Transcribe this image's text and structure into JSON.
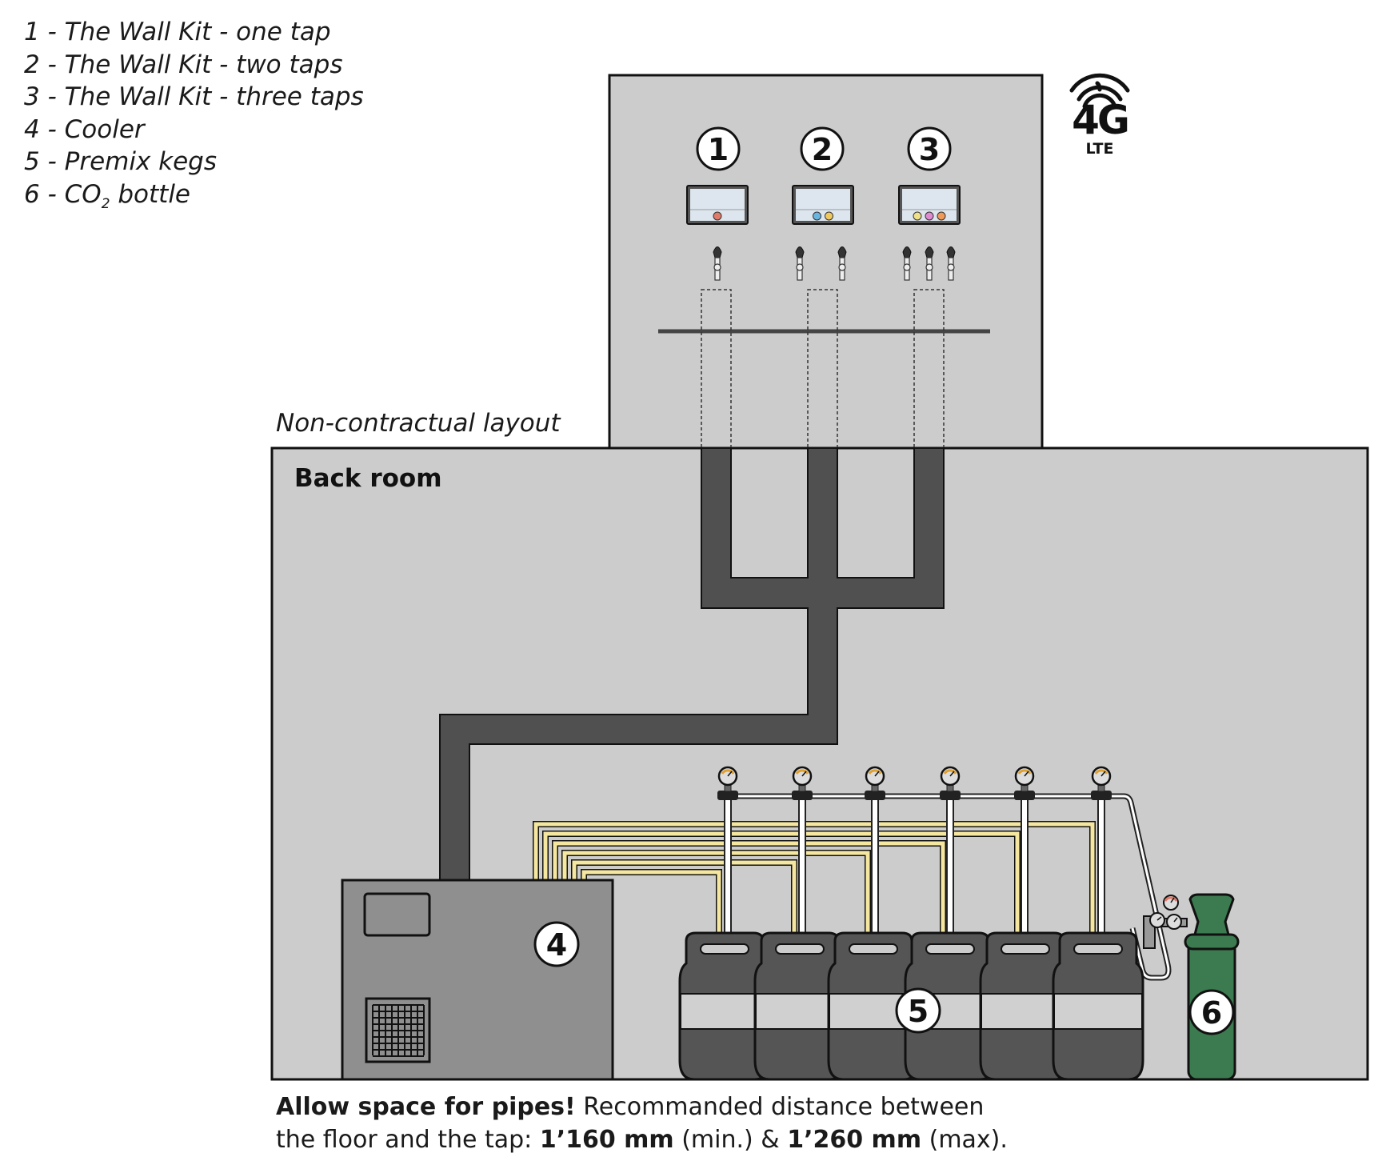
{
  "legend": {
    "items": [
      {
        "num": "1",
        "sep": " - ",
        "text": "The Wall Kit - one tap"
      },
      {
        "num": "2",
        "sep": " - ",
        "text": "The Wall Kit - two taps"
      },
      {
        "num": "3",
        "sep": " - ",
        "text": "The Wall Kit - three taps"
      },
      {
        "num": "4",
        "sep": " - ",
        "text": "Cooler"
      },
      {
        "num": "5",
        "sep": " - ",
        "text": "Premix kegs"
      },
      {
        "num": "6",
        "sep": " - ",
        "text_pre": "CO",
        "text_sub": "2",
        "text_post": " bottle"
      }
    ]
  },
  "network": {
    "generation": "4G",
    "type": "LTE"
  },
  "note": "Non-contractual layout",
  "back_room_label": "Back room",
  "footer": {
    "line1_bold": "Allow space for pipes!",
    "line1_rest": " Recommanded distance between",
    "line2_pre": "the floor and the tap: ",
    "min_value": "1’160 mm",
    "min_label": " (min.) & ",
    "max_value": "1’260 mm",
    "max_label": " (max)."
  },
  "markers": {
    "wallkit_1": "1",
    "wallkit_2": "2",
    "wallkit_3": "3",
    "cooler": "4",
    "kegs": "5",
    "co2": "6"
  },
  "wall_kits": [
    {
      "id": "1",
      "indicator_colors": [
        "#e07a6a"
      ]
    },
    {
      "id": "2",
      "indicator_colors": [
        "#6ab4e0",
        "#f0c860"
      ]
    },
    {
      "id": "3",
      "indicator_colors": [
        "#f0e08a",
        "#e08ad0",
        "#f09a5a"
      ]
    }
  ],
  "colors": {
    "wall": "#cccccc",
    "room": "#cccccc",
    "pipe": "#505050",
    "cooler": "#8f8f8f",
    "keg": "#555555",
    "keg_band": "#d0d0d0",
    "co2_bottle": "#3c7a50",
    "beer_line": "#f5e6a0"
  },
  "keg_count": 6
}
